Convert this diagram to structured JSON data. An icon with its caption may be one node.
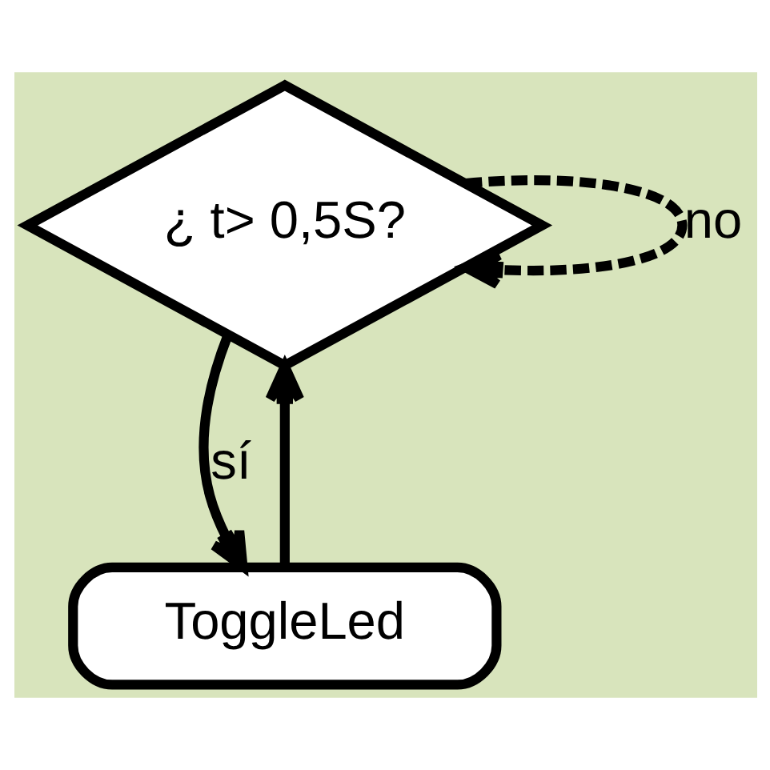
{
  "diagram": {
    "nodes": [
      {
        "text": [
          "¿ t> 0,5S?"
        ]
      },
      {
        "text": [
          "ToggleLed"
        ]
      }
    ],
    "edges": [
      {
        "from": 0,
        "to": 1,
        "label": "sí",
        "arrow": "to"
      },
      {
        "from": 0,
        "to": 0,
        "label": "no",
        "arrow": "to",
        "style": "dashed"
      },
      {
        "from": 1,
        "to": 0,
        "arrow": "to"
      }
    ]
  }
}
